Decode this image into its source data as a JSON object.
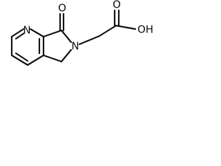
{
  "molecule": {
    "atoms": {
      "ring_nitrogen": "N",
      "lactam_nitrogen": "N",
      "carbonyl_oxygen": "O",
      "hydroxyl": "OH",
      "acid_oxygen": "O"
    }
  }
}
